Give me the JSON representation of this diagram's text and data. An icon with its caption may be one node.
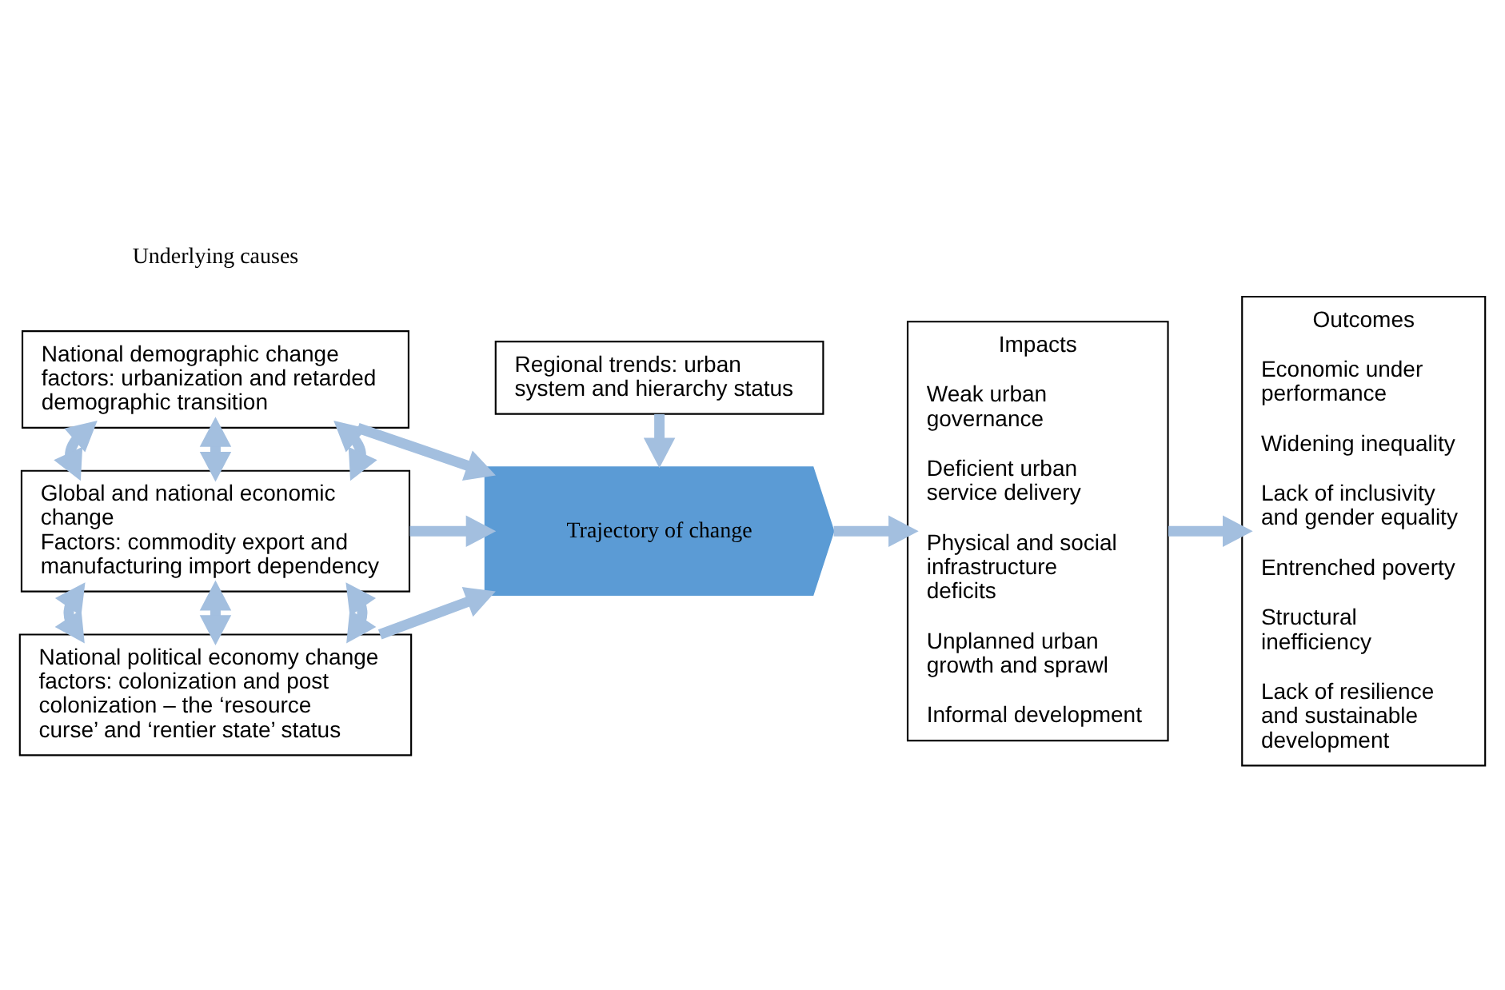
{
  "diagram": {
    "nodes": [
      {
        "text": [
          "National demographic change factors: urbanization and retarded demographic transition"
        ]
      },
      {
        "text": [
          "Global and national economic change",
          "Factors: commodity export and manufacturing import dependency"
        ]
      },
      {
        "text": [
          "National political economy change factors: colonization and post colonization – the ‘resource curse’ and ‘rentier state’ status"
        ]
      },
      {
        "text": [
          "Regional trends: urban system and hierarchy status"
        ]
      },
      {
        "text": [
          "Trajectory of change"
        ]
      },
      {
        "text": [
          "Impacts",
          "Weak urban governance",
          "Deficient urban service delivery",
          "Physical and social infrastructure deficits",
          "Unplanned urban growth and sprawl",
          "Informal development"
        ]
      },
      {
        "text": [
          "Outcomes",
          "Economic under performance",
          "Widening inequality",
          "Lack of inclusivity and gender equality",
          "Entrenched poverty",
          "Structural inefficiency",
          "Lack of resilience and sustainable development"
        ]
      }
    ],
    "edges": [
      {
        "from": 0,
        "to": 1,
        "arrow": "both"
      },
      {
        "from": 0,
        "to": 1,
        "arrow": "both"
      },
      {
        "from": 0,
        "to": 1,
        "arrow": "both"
      },
      {
        "from": 1,
        "to": 2,
        "arrow": "both"
      },
      {
        "from": 1,
        "to": 2,
        "arrow": "both"
      },
      {
        "from": 1,
        "to": 2,
        "arrow": "both"
      },
      {
        "from": 0,
        "to": 4,
        "arrow": "to"
      },
      {
        "from": 3,
        "to": 4,
        "arrow": "to"
      },
      {
        "from": 1,
        "to": 4,
        "arrow": "to"
      },
      {
        "from": 2,
        "to": 4,
        "arrow": "to"
      },
      {
        "from": 4,
        "to": 5,
        "arrow": "to"
      },
      {
        "from": 5,
        "to": 6,
        "arrow": "to"
      }
    ],
    "labels": [
      "Underlying causes"
    ]
  }
}
